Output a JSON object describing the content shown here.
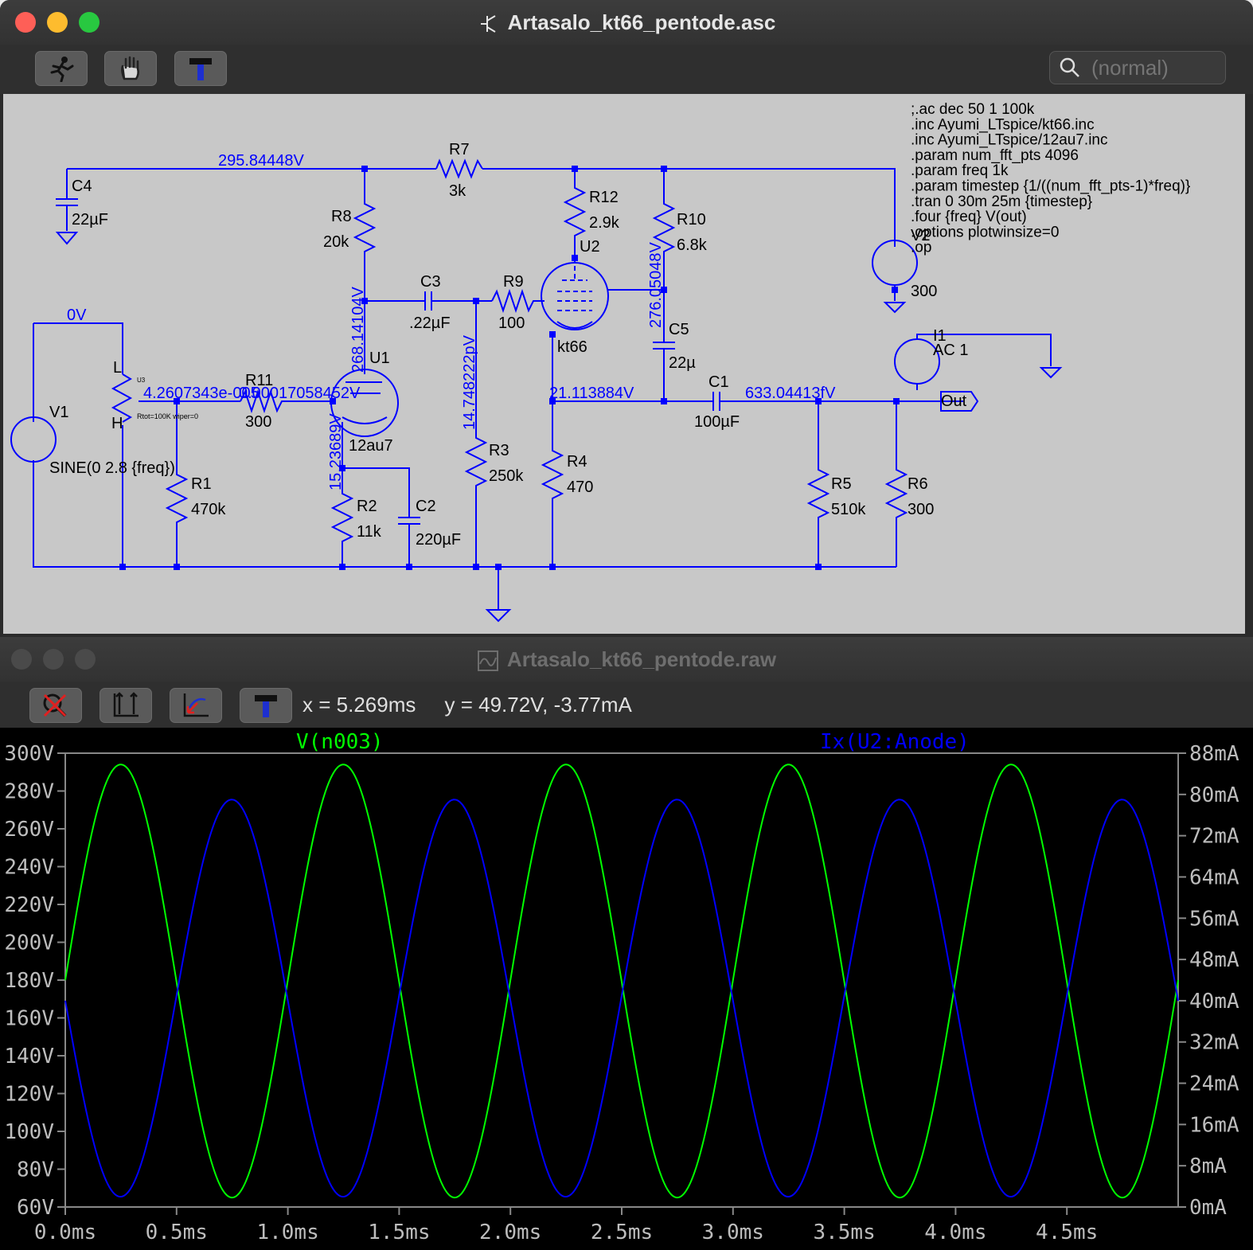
{
  "schematic_window": {
    "title": "Artasalo_kt66_pentode.asc",
    "search_placeholder": "(normal)",
    "toolbar": [
      "run-icon",
      "pan-hand-icon",
      "hammer-icon"
    ]
  },
  "schematic": {
    "spice_directives": [
      ";.ac dec 50 1 100k",
      ".inc Ayumi_LTspice/kt66.inc",
      ".inc Ayumi_LTspice/12au7.inc",
      ".param num_fft_pts 4096",
      ".param freq 1k",
      ".param timestep {1/((num_fft_pts-1)*freq)}",
      ".tran 0 30m 25m {timestep}",
      ".four {freq} V(out)",
      ".options plotwinsize=0",
      ".op"
    ],
    "labels": {
      "c4_name": "C4",
      "c4_value": "22µF",
      "net_top": "295.84448V",
      "r7_name": "R7",
      "r7_value": "3k",
      "r12_name": "R12",
      "r12_value": "2.9k",
      "r10_name": "R10",
      "r10_value": "6.8k",
      "r8_name": "R8",
      "r8_value": "20k",
      "u2_name": "U2",
      "u2_model": "kt66",
      "v2_name": "V2",
      "v2_value": "300",
      "c3_name": "C3",
      "c3_value": ".22µF",
      "r9_name": "R9",
      "r9_value": "100",
      "net_u1_plate": "268.14104V",
      "net_screen": "276.05048V",
      "c5_name": "C5",
      "c5_value": "22µ",
      "net_gnd_left": "0V",
      "u3_name": "U3",
      "u3_l": "L",
      "u3_h": "H",
      "u3_param": "Rtot=100K wiper=0",
      "net_wiper": "4.2607343e-005",
      "r11_name": "R11",
      "r11_value": "300",
      "net_u1_grid": "0.00017058452V",
      "u1_name": "U1",
      "u1_model": "12au7",
      "net_r3": "14.748222pV",
      "i1_name": "I1",
      "i1_value": "AC 1",
      "v1_name": "V1",
      "v1_value": "SINE(0 2.8 {freq})",
      "net_cathode": "21.113884V",
      "c1_name": "C1",
      "c1_value": "100µF",
      "net_out": "633.04413fV",
      "out_label": "Out",
      "net_u1_cathode": "15.23689V",
      "r1_name": "R1",
      "r1_value": "470k",
      "r2_name": "R2",
      "r2_value": "11k",
      "c2_name": "C2",
      "c2_value": "220µF",
      "r3_name": "R3",
      "r3_value": "250k",
      "r4_name": "R4",
      "r4_value": "470",
      "r5_name": "R5",
      "r5_value": "510k",
      "r6_name": "R6",
      "r6_value": "300"
    }
  },
  "plot_window": {
    "title": "Artasalo_kt66_pentode.raw",
    "toolbar": [
      "autorange-off-icon",
      "zoom-extent-icon",
      "zoom-back-icon",
      "hammer-icon"
    ],
    "cursor": {
      "x": "x = 5.269ms",
      "y": "y = 49.72V, -3.77mA"
    }
  },
  "chart_data": {
    "type": "line",
    "xlabel": "",
    "x_unit": "ms",
    "xlim": [
      0.0,
      5.0
    ],
    "x_ticks": [
      "0.0ms",
      "0.5ms",
      "1.0ms",
      "1.5ms",
      "2.0ms",
      "2.5ms",
      "3.0ms",
      "3.5ms",
      "4.0ms",
      "4.5ms"
    ],
    "y_left": {
      "ylim": [
        60,
        300
      ],
      "ticks": [
        "300V",
        "280V",
        "260V",
        "240V",
        "220V",
        "200V",
        "180V",
        "160V",
        "140V",
        "120V",
        "100V",
        "80V",
        "60V"
      ]
    },
    "y_right": {
      "ylim": [
        0,
        88
      ],
      "ticks": [
        "88mA",
        "80mA",
        "72mA",
        "64mA",
        "56mA",
        "48mA",
        "40mA",
        "32mA",
        "24mA",
        "16mA",
        "8mA",
        "0mA"
      ]
    },
    "series": [
      {
        "name": "V(n003)",
        "axis": "left",
        "color": "#00ff00",
        "shape": "sine",
        "frequency_khz": 1,
        "min": 65,
        "max": 294,
        "value_at_0ms": 180,
        "rising_at_0ms": true
      },
      {
        "name": "Ix(U2:Anode)",
        "axis": "right",
        "color": "#0000ff",
        "shape": "sine",
        "frequency_khz": 1,
        "min": 2,
        "max": 79,
        "value_at_0ms": 40,
        "rising_at_0ms": false
      }
    ]
  }
}
